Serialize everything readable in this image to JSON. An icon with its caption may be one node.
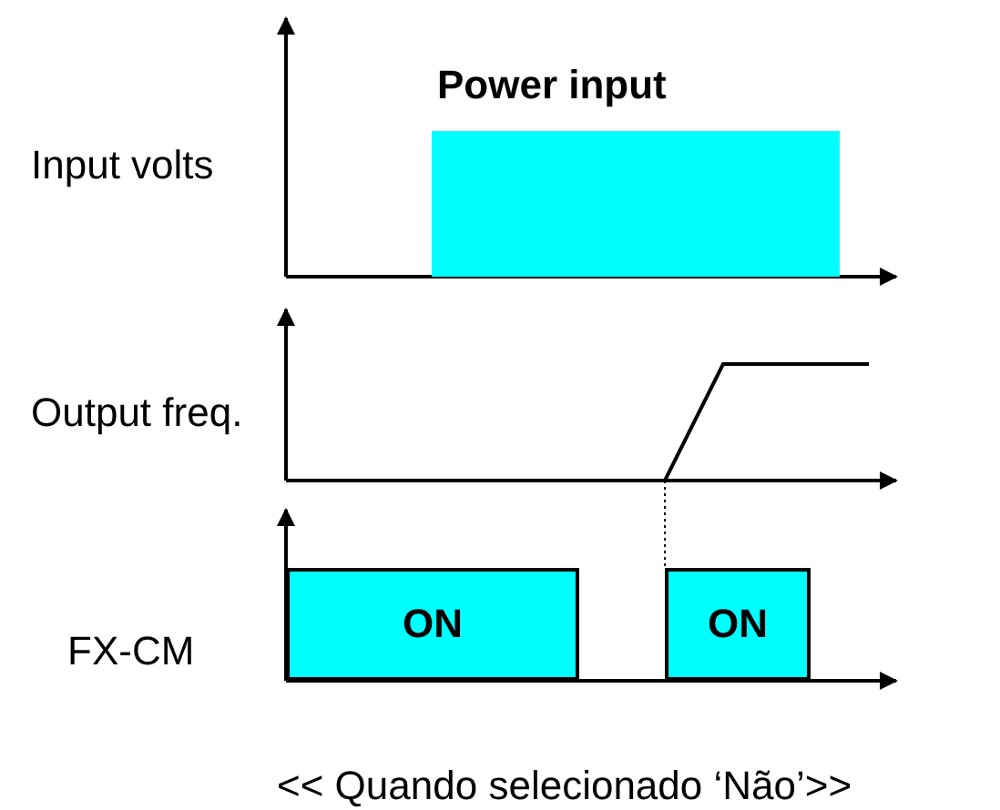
{
  "diagram": {
    "caption": "<< Quando selecionado ‘Não’>>",
    "nodes": [
      {
        "text": [
          "Power input"
        ]
      },
      {
        "text": [
          "ON"
        ]
      },
      {
        "text": [
          "ON"
        ]
      }
    ],
    "labels": [
      "Input volts",
      "Output freq.",
      "FX-CM"
    ]
  }
}
